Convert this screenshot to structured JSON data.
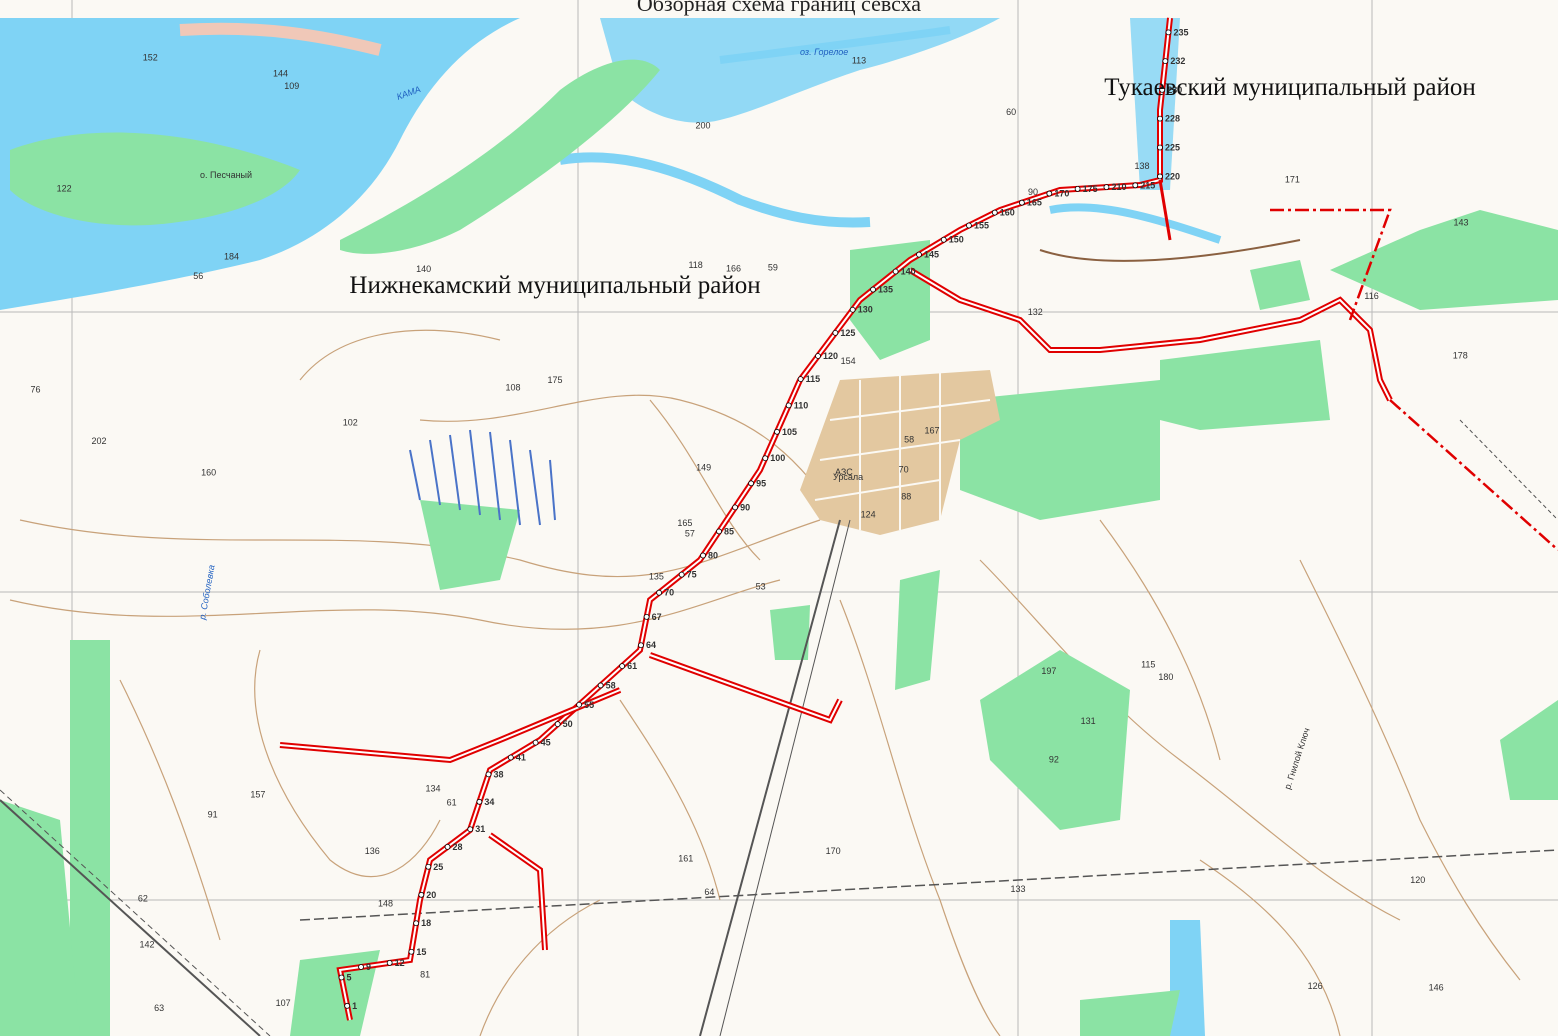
{
  "title": "Обзорная схема границ севсха",
  "labels": {
    "district_west": "Нижнекамский муниципальный район",
    "district_east": "Тукаевский муниципальный район",
    "river": "КАМА",
    "island": "о. Песчаный",
    "ravine1": "р. Соболевка",
    "ravine2": "р. Гнилой Ключ",
    "lake": "оз. Горелое",
    "village": "Урсала"
  },
  "colors": {
    "water": "#7fd3f5",
    "forest": "#8be3a4",
    "boundary": "#e00000",
    "settlement": "#e3c8a0",
    "contour": "#c8a27a"
  },
  "elevations": [
    "53",
    "56",
    "57",
    "62",
    "58",
    "61",
    "60",
    "59",
    "90",
    "124",
    "109",
    "146",
    "160",
    "143",
    "135",
    "132",
    "107",
    "118",
    "154",
    "157",
    "175",
    "142",
    "148",
    "166",
    "167",
    "180",
    "184",
    "200",
    "202",
    "197",
    "178",
    "165",
    "161",
    "149",
    "140",
    "138",
    "134",
    "126",
    "120",
    "115",
    "113",
    "108",
    "102",
    "92",
    "81",
    "76",
    "70",
    "63",
    "64",
    "88",
    "91",
    "116",
    "122",
    "131",
    "133",
    "136",
    "144",
    "152",
    "170",
    "171"
  ],
  "points_sample": [
    "1",
    "5",
    "9",
    "12",
    "15",
    "18",
    "20",
    "25",
    "28",
    "31",
    "34",
    "38",
    "41",
    "45",
    "50",
    "55",
    "58",
    "61",
    "64",
    "67",
    "70",
    "75",
    "80",
    "85",
    "90",
    "95",
    "100",
    "105",
    "110",
    "115",
    "120",
    "125",
    "130",
    "135",
    "140",
    "145",
    "150",
    "155",
    "160",
    "165",
    "170",
    "175",
    "210",
    "215",
    "220",
    "225",
    "228",
    "230",
    "232",
    "235"
  ]
}
